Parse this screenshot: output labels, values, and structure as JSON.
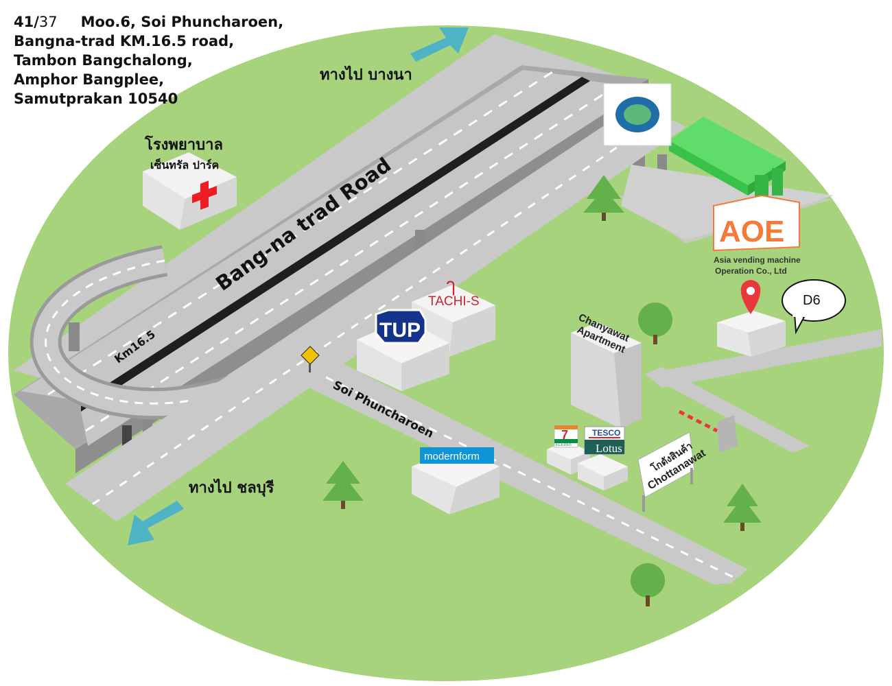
{
  "address": {
    "number_bold": "41/",
    "number_light": "37",
    "line1_rest": "Moo.6, Soi Phuncharoen,",
    "line2": "Bangna-trad KM.16.5 road,",
    "line3": "Tambon Bangchalong,",
    "line4": "Amphor Bangplee,",
    "line5": "Samutprakan 10540"
  },
  "directions": {
    "to_bangna": "ทางไป บางนา",
    "to_chonburi": "ทางไป ชลบุรี"
  },
  "roads": {
    "main_road": "Bang-na trad Road",
    "km_marker": "Km16.5",
    "soi": "Soi Phuncharoen"
  },
  "landmarks": {
    "hospital_line1": "โรงพยาบาล",
    "hospital_line2": "เซ็นทรัล ปาร์ค",
    "tachi_s": "TACHI-S",
    "tup": "TUP",
    "chanyawat_line1": "Chanyawat",
    "chanyawat_line2": "Apartment",
    "seven_eleven": "7",
    "seven_eleven_sub": "ELEVEn",
    "tesco": "TESCO",
    "lotus": "Lotus",
    "modernform": "modernform",
    "warehouse_line1": "โกดังสินค้า",
    "warehouse_line2": "Chottanawat"
  },
  "company": {
    "logo_text": "AOE",
    "name_line1": "Asia vending machine",
    "name_line2": "Operation Co., Ltd",
    "marker_label": "D6"
  },
  "colors": {
    "grass": "#a8d37d",
    "road": "#c8c8c8",
    "road_dark": "#8f8f8f",
    "arrow": "#4fb3c6",
    "hospital_cross": "#ee1c24",
    "gas_station": "#5fdc6a",
    "aoe_orange": "#f47a3a",
    "pin_red": "#e8383b",
    "tup_blue": "#14338a",
    "tachi_red": "#c9252c"
  }
}
